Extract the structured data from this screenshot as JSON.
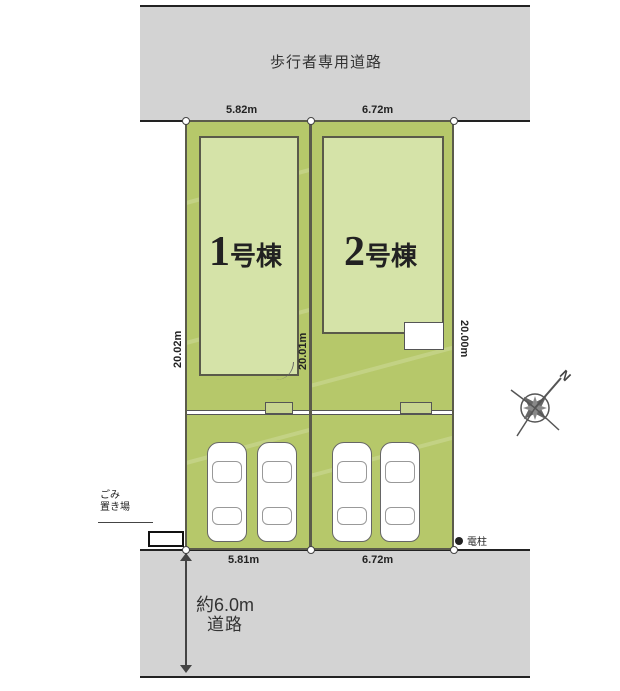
{
  "roads": {
    "top_label": "歩行者専用道路",
    "bottom_label_width": "約6.0m",
    "bottom_label_name": "道路"
  },
  "lots": [
    {
      "id": 1,
      "label_num": "1",
      "label_suffix": "号棟",
      "frontage_top": "5.82m",
      "frontage_bottom": "5.81m",
      "depth_left": "20.02m",
      "depth_right": "20.01m",
      "parking_spaces": 2
    },
    {
      "id": 2,
      "label_num": "2",
      "label_suffix": "号棟",
      "frontage_top": "6.72m",
      "frontage_bottom": "6.72m",
      "depth_right": "20.00m",
      "parking_spaces": 2
    }
  ],
  "annotations": {
    "garbage_line1": "ごみ",
    "garbage_line2": "置き場",
    "utility_pole": "電柱"
  },
  "compass": {
    "north_label": "N",
    "icon": "compass-rose-icon"
  },
  "colors": {
    "lot_green": "#b6c86a",
    "house_green": "#d5e3a8",
    "road_gray": "#d3d3d3"
  }
}
